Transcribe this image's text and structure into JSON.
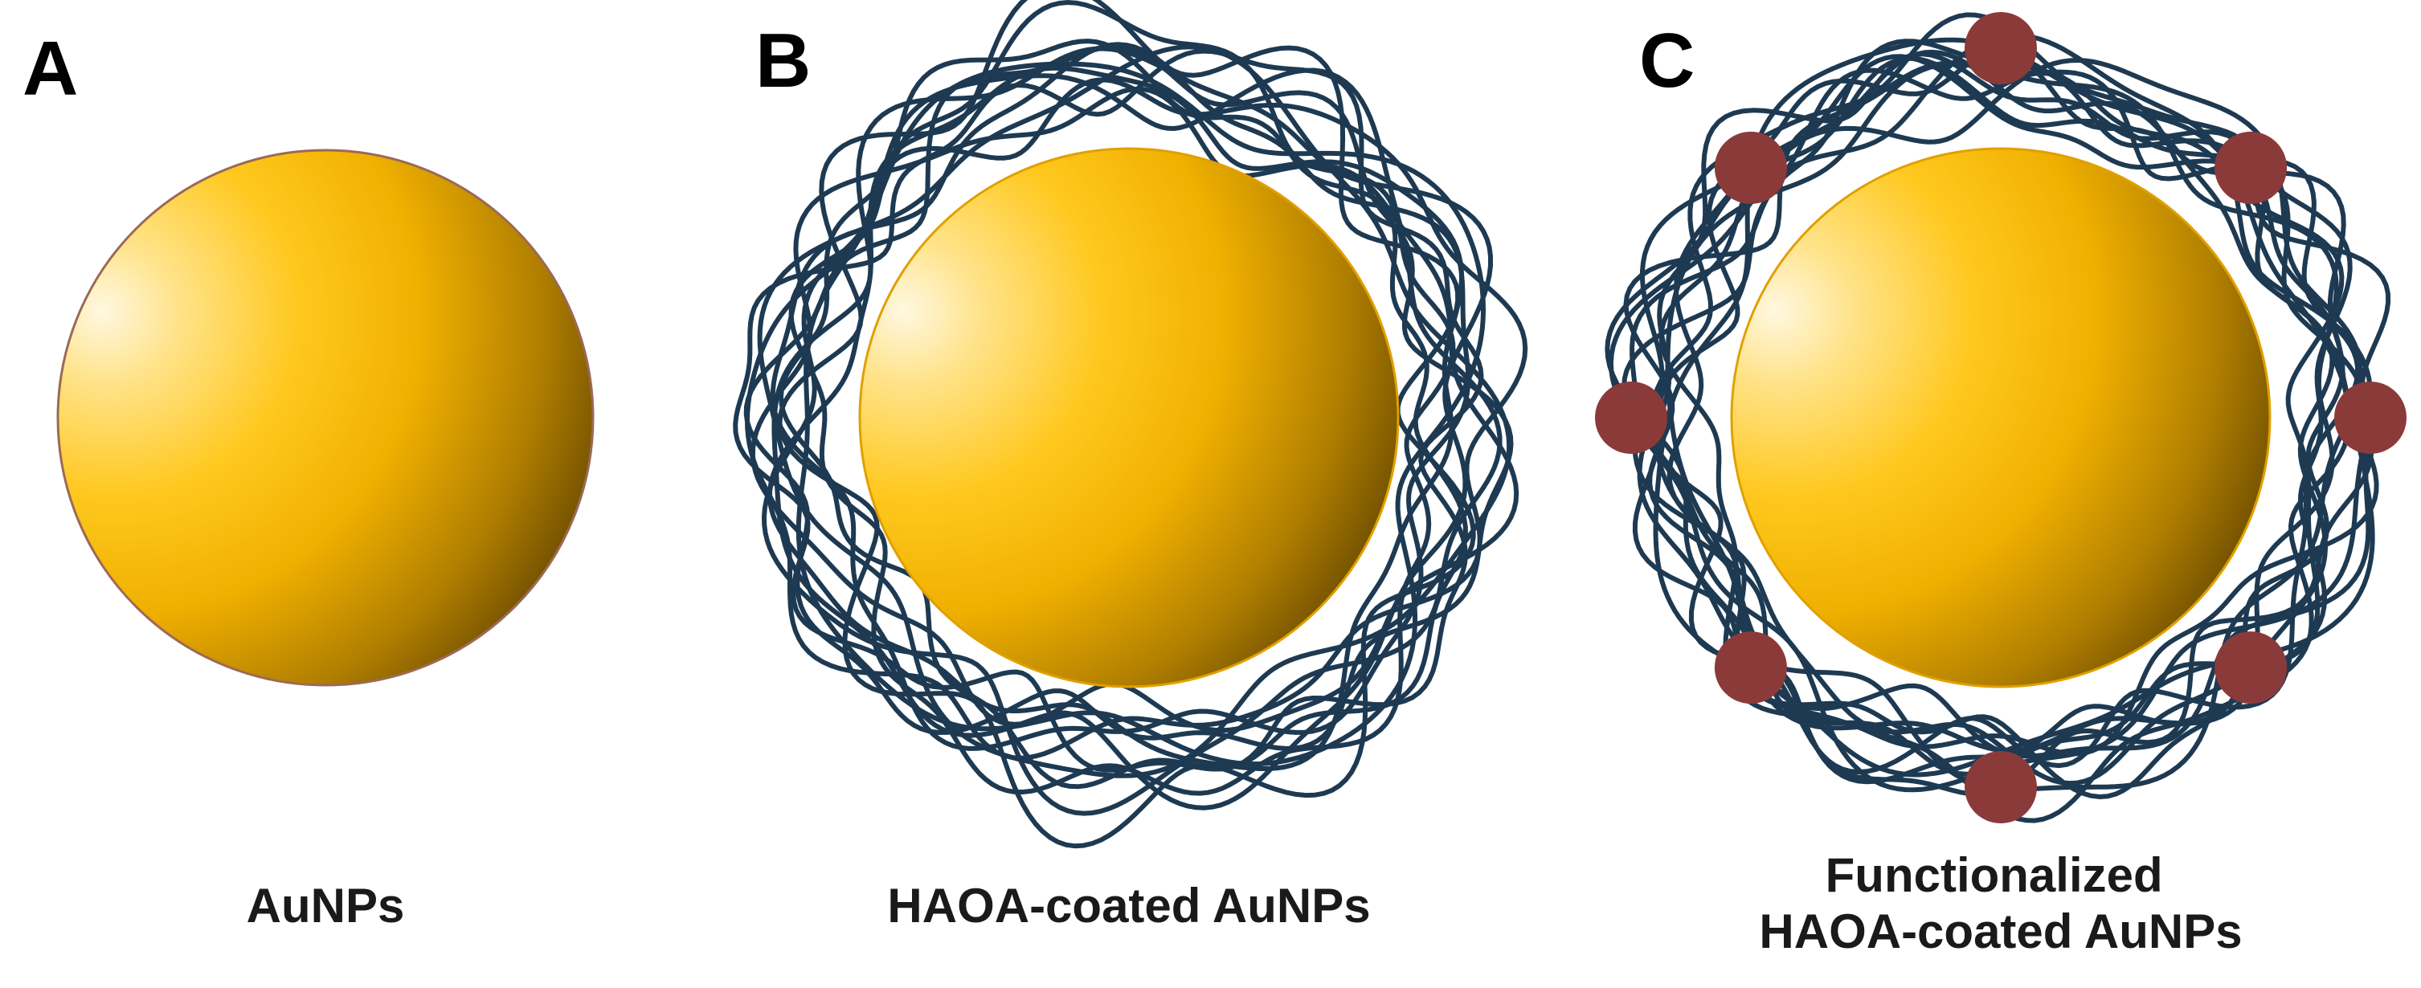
{
  "panels": [
    {
      "letter": "A",
      "caption_lines": [
        "AuNPs"
      ],
      "coating": false,
      "functional_groups": 0
    },
    {
      "letter": "B",
      "caption_lines": [
        "HAOA-coated AuNPs"
      ],
      "coating": true,
      "functional_groups": 0
    },
    {
      "letter": "C",
      "caption_lines": [
        "Functionalized",
        "HAOA-coated AuNPs"
      ],
      "coating": true,
      "functional_groups": 8
    }
  ],
  "colors": {
    "gold_highlight": "#fff6d8",
    "gold_mid": "#ffc21a",
    "gold_shadow": "#6b4a00",
    "particle_outline_a": "#9a6a55",
    "particle_outline_bc": "#e0a000",
    "coating_strand": "#1e3a52",
    "functional_group": "#8b3a3a"
  }
}
